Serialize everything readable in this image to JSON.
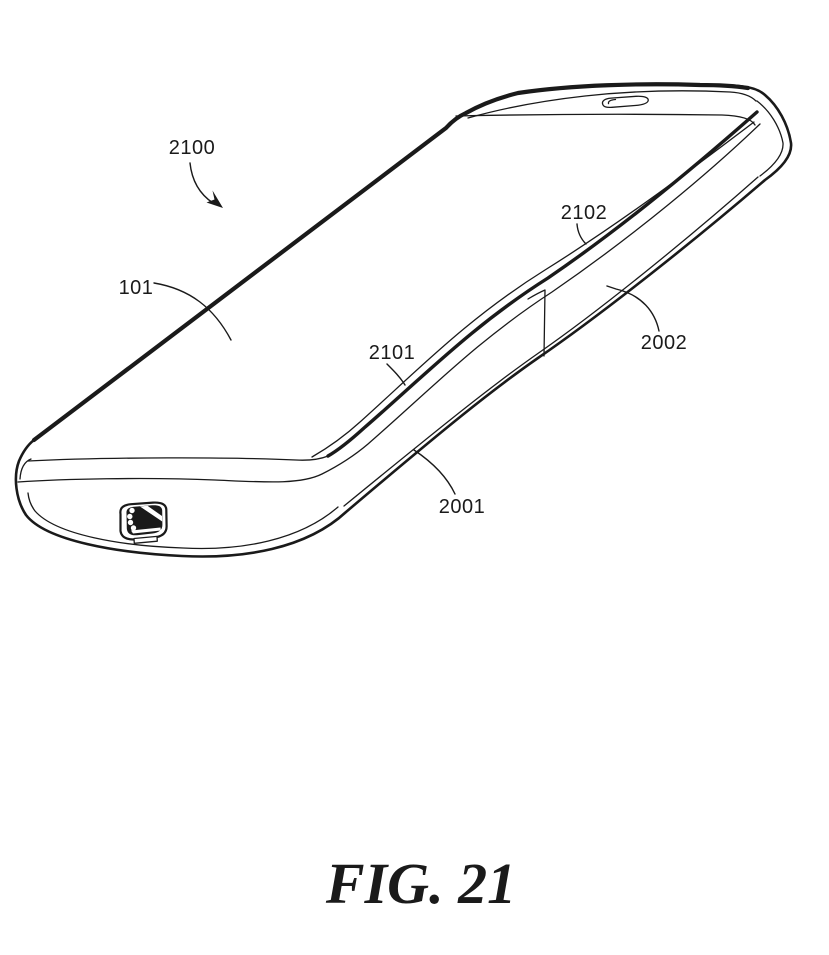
{
  "figure": {
    "caption": "FIG. 21",
    "reference_labels": [
      {
        "id": "2100",
        "text": "2100",
        "points_to": "entire-assembly"
      },
      {
        "id": "101",
        "text": "101",
        "points_to": "display-screen"
      },
      {
        "id": "2101",
        "text": "2101",
        "points_to": "glass-edge"
      },
      {
        "id": "2102",
        "text": "2102",
        "points_to": "glass-edge-upper"
      },
      {
        "id": "2002",
        "text": "2002",
        "points_to": "case-upper-section"
      },
      {
        "id": "2001",
        "text": "2001",
        "points_to": "case-lower-section"
      }
    ]
  },
  "colors": {
    "ink": "#1a1a1a",
    "paper": "#ffffff"
  }
}
